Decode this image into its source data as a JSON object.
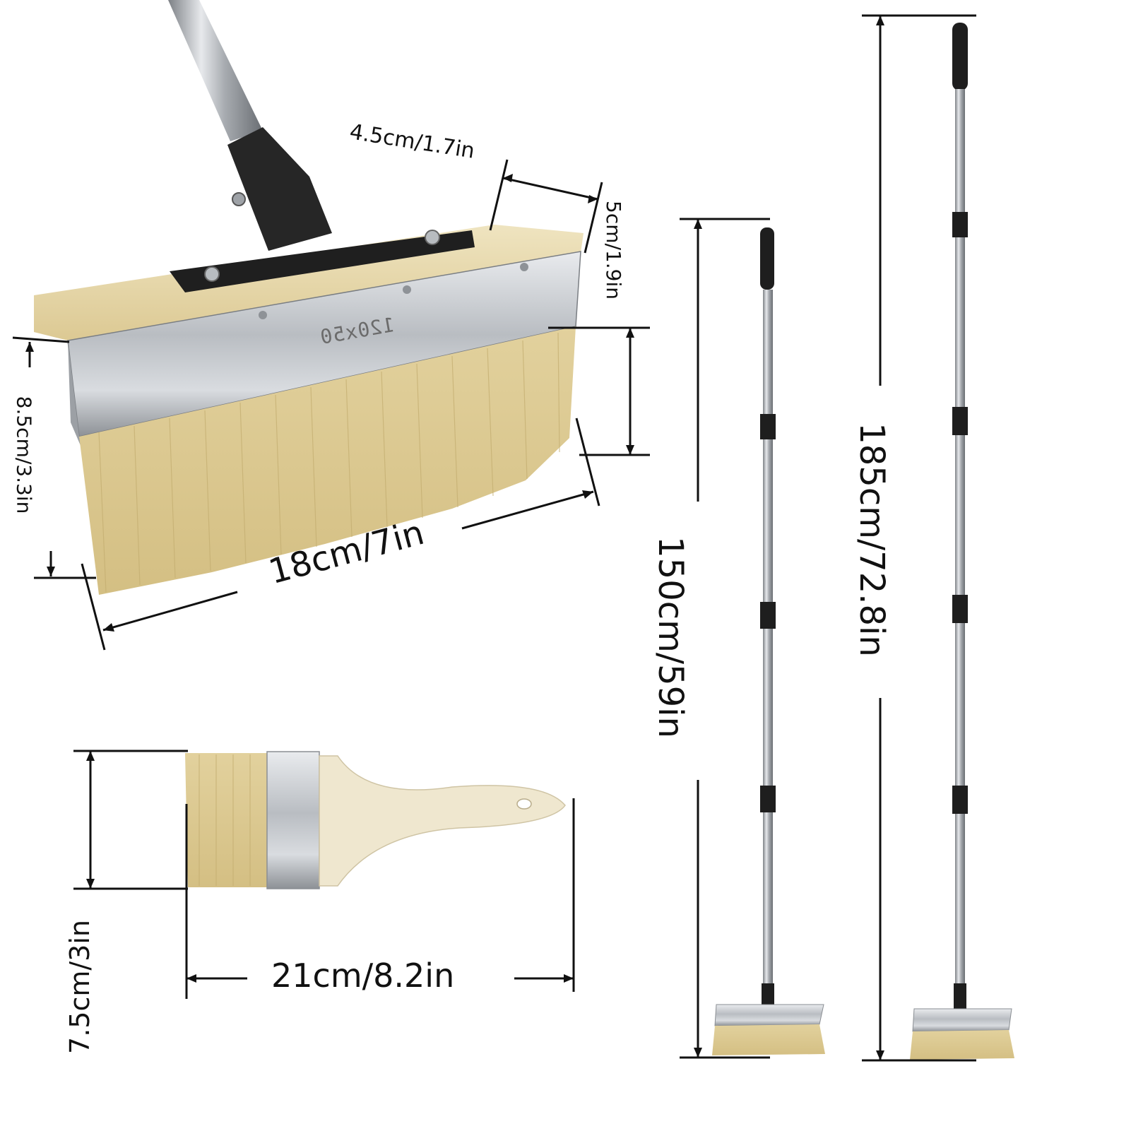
{
  "colors": {
    "background": "#ffffff",
    "dimension_line": "#111111",
    "bristle": "#d6c48e",
    "wood_block": "#e9dcb2",
    "steel": "#c9ccd0",
    "handle_black": "#222222",
    "brush_handle": "#efe7cf"
  },
  "stamp_text": "120x50",
  "dimensions": {
    "block_width": "4.5cm/1.7in",
    "block_height": "5cm/1.9in",
    "bristle_length": "8.5cm/3.3in",
    "head_width": "18cm/7in",
    "short_length": "150cm/59in",
    "long_length": "185cm/72.8in",
    "small_brush_width": "7.5cm/3in",
    "small_brush_length": "21cm/8.2in"
  }
}
